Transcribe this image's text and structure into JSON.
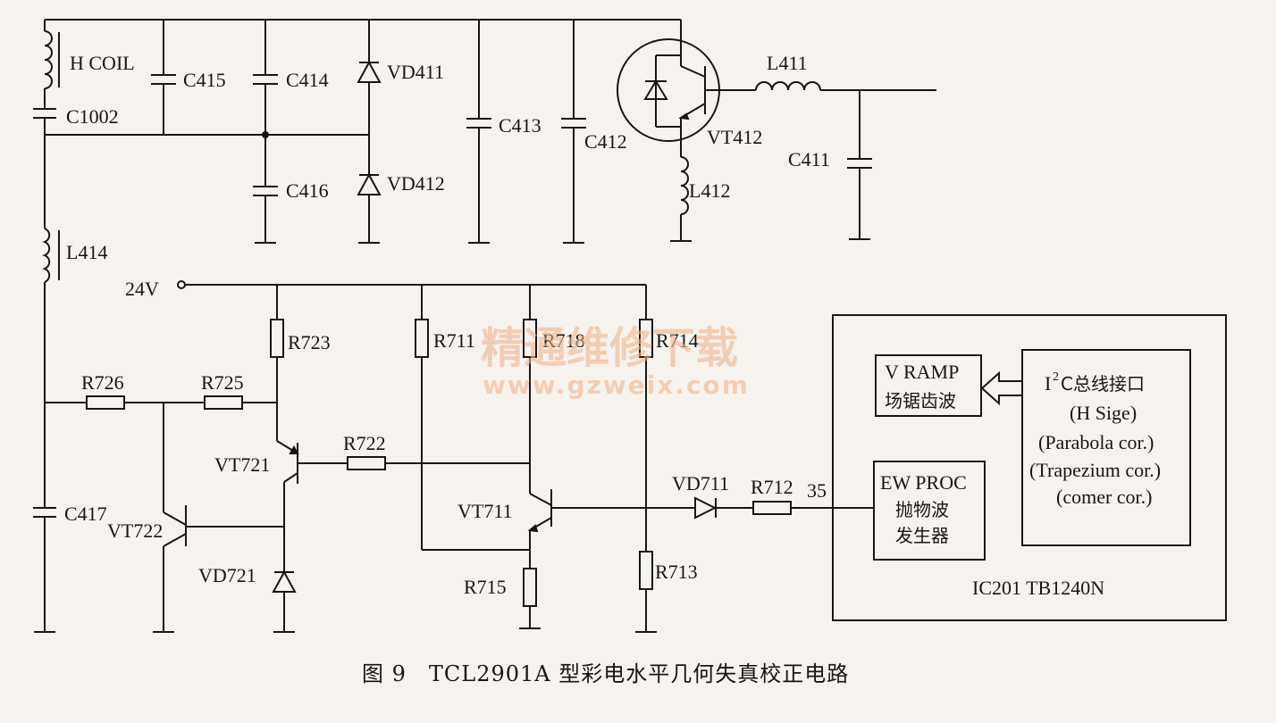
{
  "labels": {
    "h_coil": "H COIL",
    "c415": "C415",
    "c414": "C414",
    "vd411": "VD411",
    "c1002": "C1002",
    "c413": "C413",
    "c412": "C412",
    "vt412": "VT412",
    "l411": "L411",
    "c411": "C411",
    "c416": "C416",
    "vd412": "VD412",
    "l412": "L412",
    "l414": "L414",
    "v24": "24V",
    "r723": "R723",
    "r711": "R711",
    "r718": "R718",
    "r714": "R714",
    "r726": "R726",
    "r725": "R725",
    "r722": "R722",
    "vt721": "VT721",
    "vd711": "VD711",
    "r712": "R712",
    "pin35": "35",
    "vt711": "VT711",
    "c417": "C417",
    "vt722": "VT722",
    "vd721": "VD721",
    "r715": "R715",
    "r713": "R713"
  },
  "ic": {
    "name": "IC201 TB1240N",
    "vramp_line1": "V RAMP",
    "vramp_line2": "场锯齿波",
    "ewproc_line1": "EW PROC",
    "ewproc_line2": "抛物波",
    "ewproc_line3": "发生器",
    "i2c_line1": "C总线接口",
    "i2c_prefix": "I",
    "i2c_sup": "2",
    "i2c_line2": "(H Sige)",
    "i2c_line3": "(Parabola cor.)",
    "i2c_line4": "(Trapezium cor.)",
    "i2c_line5": "(comer cor.)"
  },
  "caption": "图 9　TCL2901A 型彩电水平几何失真校正电路",
  "watermark": {
    "line1": "精通维修下载",
    "line2": "www.gzweix.com"
  },
  "colors": {
    "ink": "#161616",
    "paper": "#f6f3ee",
    "watermark": "#f0b48c"
  }
}
